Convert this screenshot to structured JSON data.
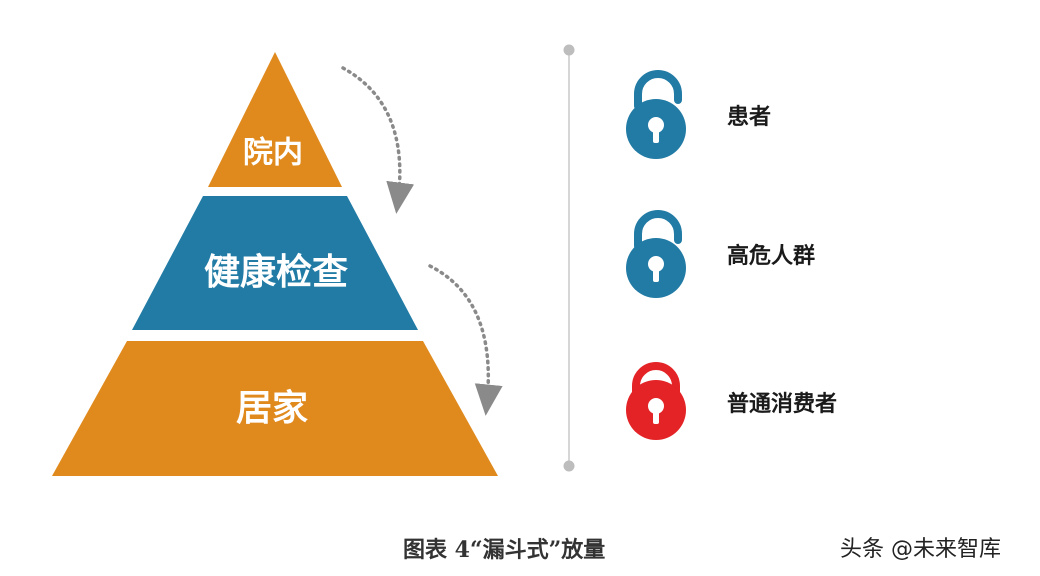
{
  "pyramid": {
    "tiers": [
      {
        "label": "院内",
        "color": "#E08A1E"
      },
      {
        "label": "健康检查",
        "color": "#217BA5"
      },
      {
        "label": "居家",
        "color": "#E08A1E"
      }
    ]
  },
  "locks": [
    {
      "label": "患者",
      "icon": "unlocked-padlock-icon",
      "color": "#217BA5"
    },
    {
      "label": "高危人群",
      "icon": "unlocked-padlock-icon",
      "color": "#217BA5"
    },
    {
      "label": "普通消费者",
      "icon": "locked-padlock-icon",
      "color": "#E42326"
    }
  ],
  "caption": "图表 4“漏斗式”放量",
  "watermark": "头条 @未来智库",
  "colors": {
    "orange": "#E08A1E",
    "blue": "#217BA5",
    "red": "#E42326",
    "timeline": "#C8C8C8",
    "arrow": "#8A8A8A"
  }
}
